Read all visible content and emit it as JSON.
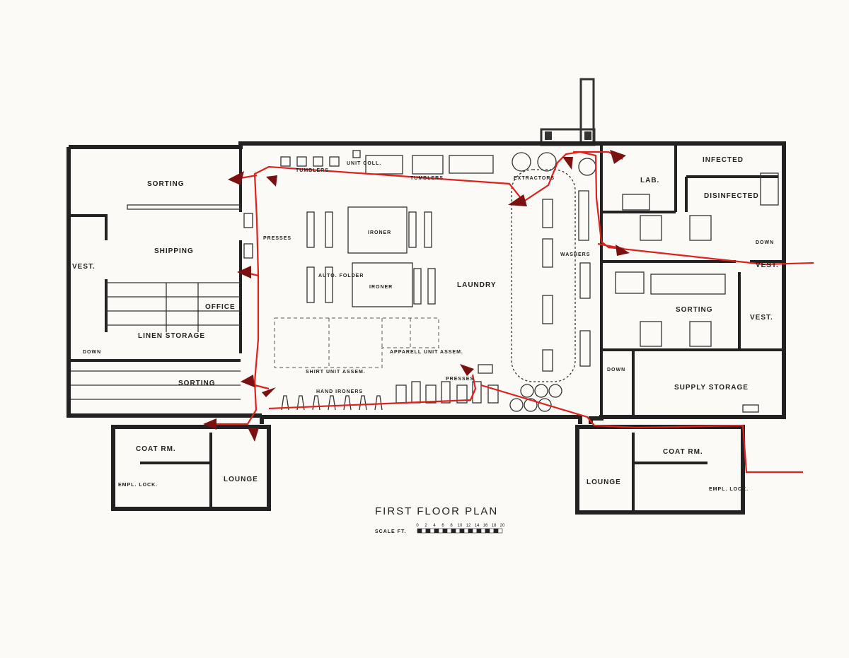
{
  "plan": {
    "title": "FIRST FLOOR PLAN",
    "scale_label": "SCALE FT.",
    "scale_ticks": [
      "0",
      "2",
      "4",
      "6",
      "8",
      "10",
      "12",
      "14",
      "16",
      "18",
      "20"
    ]
  },
  "rooms": {
    "sorting_nw": "SORTING",
    "shipping": "SHIPPING",
    "vest_w": "VEST.",
    "office": "OFFICE",
    "linen_storage": "LINEN STORAGE",
    "sorting_sw": "SORTING",
    "presses_w": "PRESSES",
    "tumblers_1": "TUMBLERS",
    "unit_coll": "UNIT COLL.",
    "tumblers_2": "TUMBLERS",
    "extractors": "EXTRACTORS",
    "ironer_1": "IRONER",
    "auto_folder": "AUTO. FOLDER",
    "ironer_2": "IRONER",
    "laundry": "LAUNDRY",
    "washers": "WASHERS",
    "apparell_unit": "APPARELL UNIT ASSEM.",
    "shirt_unit": "SHIRT UNIT ASSEM.",
    "presses_s": "PRESSES",
    "hand_ironers": "HAND IRONERS",
    "lab": "LAB.",
    "infected": "INFECTED",
    "disinfected": "DISINFECTED",
    "vest_e1": "VEST.",
    "sorting_e": "SORTING",
    "vest_e2": "VEST.",
    "supply_storage": "SUPPLY STORAGE",
    "coat_rm_w": "COAT RM.",
    "lounge_w": "LOUNGE",
    "empl_lock_w": "EMPL. LOCK.",
    "coat_rm_e": "COAT RM.",
    "lounge_e": "LOUNGE",
    "empl_lock_e": "EMPL. LOCK.",
    "down_w": "DOWN",
    "down_e": "DOWN",
    "down_se": "DOWN"
  },
  "colors": {
    "route": "#e0201a",
    "arrow": "#7a1010",
    "wall": "#222222"
  }
}
